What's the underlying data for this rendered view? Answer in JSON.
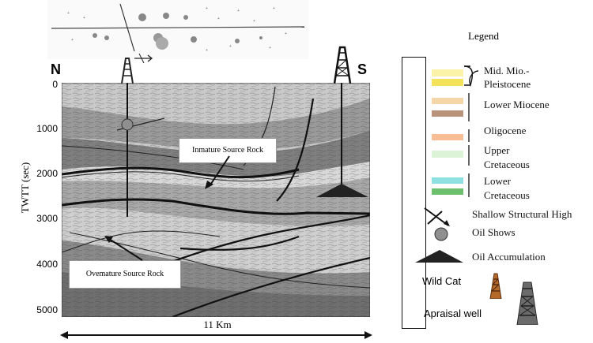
{
  "header": {
    "north": "N",
    "south": "S"
  },
  "axis": {
    "label": "TWTT (sec)",
    "ticks": [
      "0",
      "1000",
      "2000",
      "3000",
      "4000",
      "5000"
    ]
  },
  "callouts": {
    "immature": "Inmature Source Rock",
    "overmature": "Ovemature Source Rock"
  },
  "scale": {
    "label": "11 Km"
  },
  "legend": {
    "title": "Legend",
    "units": [
      {
        "label": "Mid. Mio.-",
        "colors": [
          "#fbf4a8",
          "#f4e25a"
        ]
      },
      {
        "label": "Pleistocene",
        "colors": []
      },
      {
        "label": "Lower Miocene",
        "colors": [
          "#f4d6a8",
          "#b9937a"
        ]
      },
      {
        "label": "Oligocene",
        "colors": [
          "#f7bd95"
        ]
      },
      {
        "label": "Upper",
        "colors": [
          "#dcf3d8"
        ]
      },
      {
        "label": "Cretaceous",
        "colors": []
      },
      {
        "label": "Lower",
        "colors": [
          "#8fe0e0",
          "#6cbf6c"
        ]
      },
      {
        "label": "Cretaceous",
        "colors": []
      }
    ],
    "symbols": {
      "structural_high": "Shallow Structural High",
      "oil_shows": "Oil Shows",
      "oil_accumulation": "Oil Accumulation",
      "wildcat": "Wild Cat",
      "appraisal": "Apraisal well"
    }
  }
}
